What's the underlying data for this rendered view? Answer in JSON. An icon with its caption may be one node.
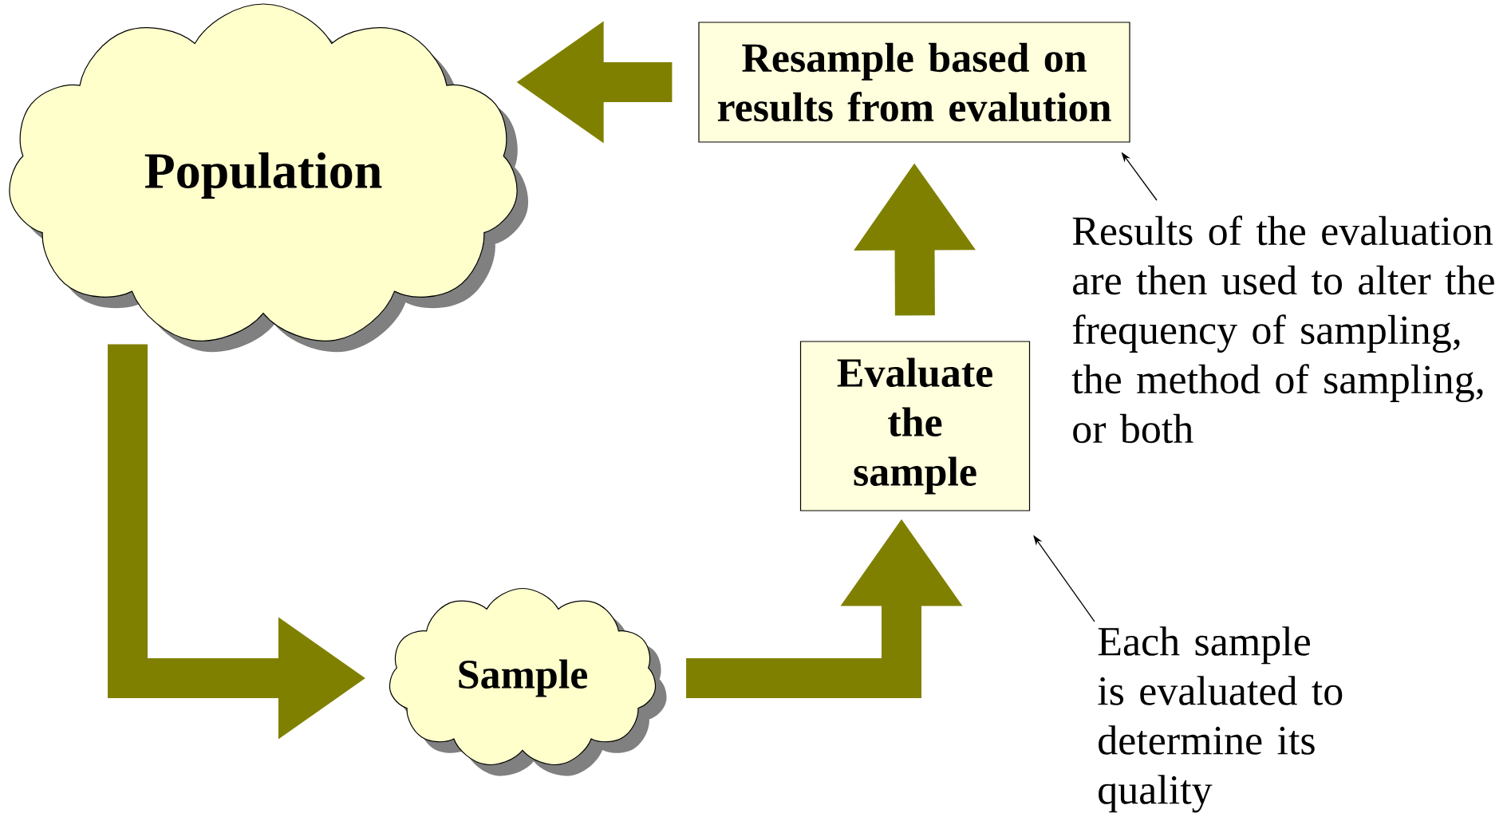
{
  "diagram": {
    "nodes": [
      {
        "text": [
          "Population"
        ]
      },
      {
        "text": [
          "Sample"
        ]
      },
      {
        "text": [
          "Evaluate the sample"
        ]
      },
      {
        "text": [
          "Resample based on results from evalution"
        ]
      },
      {
        "text": [
          "Results of the evaluation are then used to alter the frequency of sampling, the method of sampling, or both"
        ]
      },
      {
        "text": [
          "Each sample is evaluated to determine its quality"
        ]
      }
    ],
    "edges": [
      {
        "from": 0,
        "to": 1,
        "arrow": "to"
      },
      {
        "from": 1,
        "to": 2,
        "arrow": "to"
      },
      {
        "from": 2,
        "to": 3,
        "arrow": "to"
      },
      {
        "from": 3,
        "to": 0,
        "arrow": "to"
      },
      {
        "from": 4,
        "to": 3,
        "arrow": "to",
        "color": "#000000"
      },
      {
        "from": 5,
        "to": 2,
        "arrow": "to",
        "color": "#000000"
      }
    ]
  }
}
